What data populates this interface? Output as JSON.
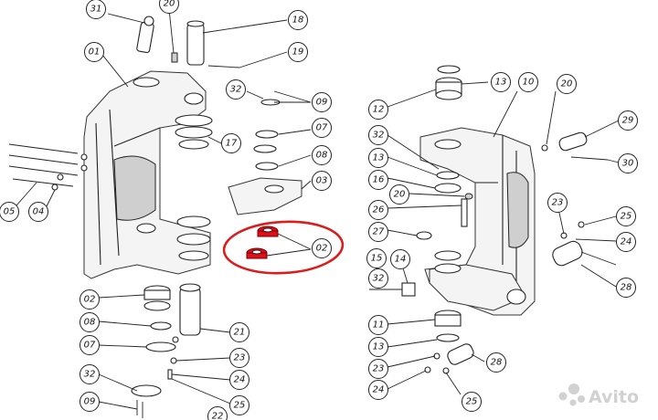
{
  "diagram": {
    "callouts_left": [
      "31",
      "20",
      "18",
      "01",
      "19",
      "32",
      "09",
      "17",
      "07",
      "08",
      "03",
      "02",
      "05",
      "04",
      "02",
      "08",
      "07",
      "32",
      "09",
      "21",
      "23",
      "24",
      "25",
      "22"
    ],
    "callouts_right": [
      "13",
      "10",
      "12",
      "20",
      "29",
      "32",
      "13",
      "30",
      "16",
      "20",
      "26",
      "23",
      "25",
      "27",
      "24",
      "15",
      "14",
      "32",
      "28",
      "11",
      "13",
      "23",
      "28",
      "24",
      "25"
    ],
    "highlighted_part": "02",
    "highlight_color": "#d81e1e"
  },
  "watermark": {
    "brand": "Avito"
  }
}
